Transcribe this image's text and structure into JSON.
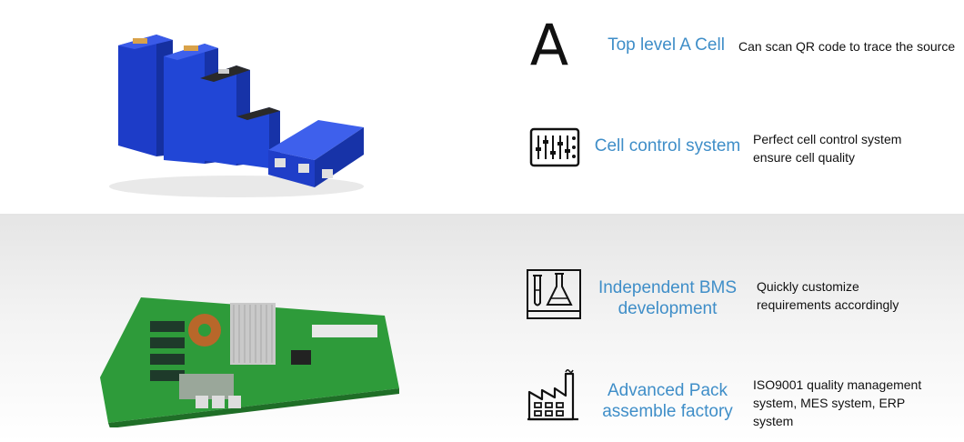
{
  "colors": {
    "title": "#3f8ec8",
    "text": "#111111",
    "cell_blue": "#2346d8",
    "pcb_green": "#2e9b3a"
  },
  "features": [
    {
      "icon": "letter-a-icon",
      "glyph": "A",
      "title": "Top level A Cell",
      "description": "Can scan QR code to trace the source"
    },
    {
      "icon": "control-panel-icon",
      "title": "Cell control system",
      "description": "Perfect cell control system ensure cell quality"
    },
    {
      "icon": "lab-flask-icon",
      "title": "Independent BMS development",
      "description": "Quickly customize requirements accordingly"
    },
    {
      "icon": "factory-icon",
      "title": "Advanced Pack assemble factory",
      "description": "ISO9001 quality management system, MES system, ERP system"
    }
  ]
}
